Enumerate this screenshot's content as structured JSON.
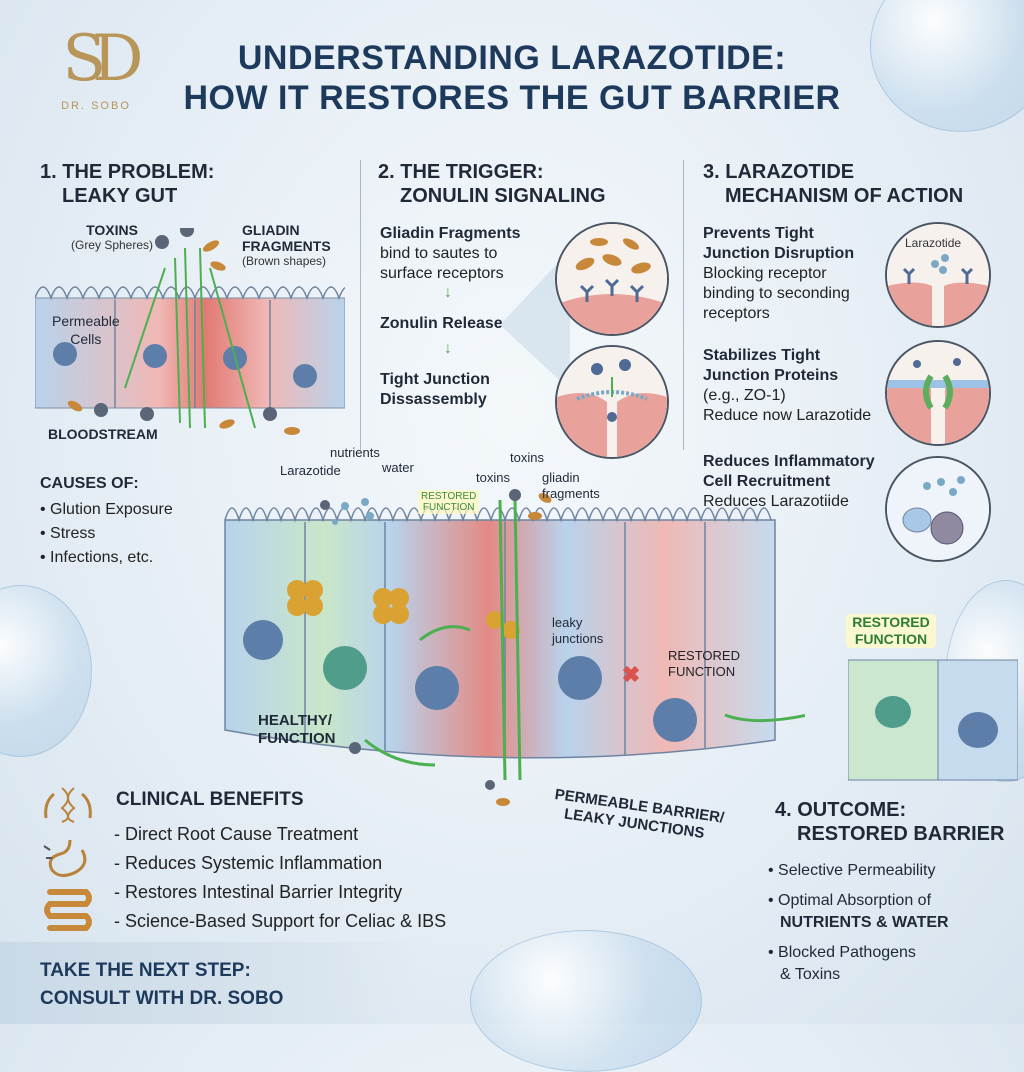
{
  "logo": {
    "monogram": "SD",
    "name": "DR. SOBO"
  },
  "title": {
    "line1": "UNDERSTANDING LARAZOTIDE:",
    "line2": "HOW IT RESTORES THE GUT BARRIER"
  },
  "section1": {
    "title_line1": "1. THE PROBLEM:",
    "title_line2": "LEAKY GUT",
    "toxins": "TOXINS",
    "toxins_sub": "(Grey Spheres)",
    "gliadin_line1": "GLIADIN",
    "gliadin_line2": "FRAGMENTS",
    "gliadin_sub": "(Brown shapes)",
    "permeable_line1": "Permeable",
    "permeable_line2": "Cells",
    "bloodstream": "BLOODSTREAM"
  },
  "section2": {
    "title_line1": "2. THE TRIGGER:",
    "title_line2": "ZONULIN SIGNALING",
    "step1_bold": "Gliadin Fragments",
    "step1_line2": "bind to sautes to",
    "step1_line3": "surface receptors",
    "step2": "Zonulin Release",
    "step3_line1": "Tight Junction",
    "step3_line2": "Dissassembly"
  },
  "section3": {
    "title_line1": "3. LARAZOTIDE",
    "title_line2": "MECHANISM OF ACTION",
    "m1_bold1": "Prevents Tight",
    "m1_bold2": "Junction Disruption",
    "m1_l1": "Blocking receptor",
    "m1_l2": "binding to seconding",
    "m1_l3": "receptors",
    "m1_circle_label": "Larazotide",
    "m2_bold1": "Stabilizes Tight",
    "m2_bold2": "Junction Proteins",
    "m2_l1": "(e.g., ZO-1)",
    "m2_l2": "Reduce now Larazotide",
    "m3_bold1": "Reduces Inflammatory",
    "m3_bold2": "Cell Recruitment",
    "m3_l1": "Reduces Larazotiide"
  },
  "causes": {
    "title": "CAUSES OF:",
    "items": [
      "• Glution Exposure",
      "• Stress",
      "• Infections, etc."
    ]
  },
  "center": {
    "nutrients": "nutrients",
    "larazotide": "Larazotide",
    "water": "water",
    "toxins": "toxins",
    "toxins2": "toxins",
    "gliadin_line1": "gliadin",
    "gliadin_line2": "fragments",
    "restored1_line1": "RESTORED",
    "restored1_line2": "FUNCTION",
    "leaky_line1": "leaky",
    "leaky_line2": "junctions",
    "restored2_line1": "RESTORED",
    "restored2_line2": "FUNCTION",
    "healthy_line1": "HEALTHY/",
    "healthy_line2": "FUNCTION",
    "permeable_line1": "PERMEABLE BARRIER/",
    "permeable_line2": "LEAKY JUNCTIONS"
  },
  "benefits": {
    "title": "CLINICAL BENEFITS",
    "items": [
      "- Direct Root Cause Treatment",
      "- Reduces Systemic Inflammation",
      "- Restores Intestinal Barrier Integrity",
      "- Science-Based Support for Celiac & IBS"
    ]
  },
  "outcome": {
    "badge_line1": "RESTORED",
    "badge_line2": "FUNCTION",
    "title_line1": "4. OUTCOME:",
    "title_line2": "RESTORED BARRIER",
    "item1": "• Selective Permeability",
    "item2_l1": "• Optimal Absorption of",
    "item2_l2": "NUTRIENTS & WATER",
    "item3_l1": "• Blocked Pathogens",
    "item3_l2": "& Toxins"
  },
  "cta": {
    "line1": "TAKE THE NEXT STEP:",
    "line2": "CONSULT WITH DR. SOBO"
  },
  "colors": {
    "navy": "#1d3a5c",
    "gold": "#b89559",
    "green": "#4caf50",
    "red": "#e2716b",
    "blue": "#9cc2e5"
  }
}
